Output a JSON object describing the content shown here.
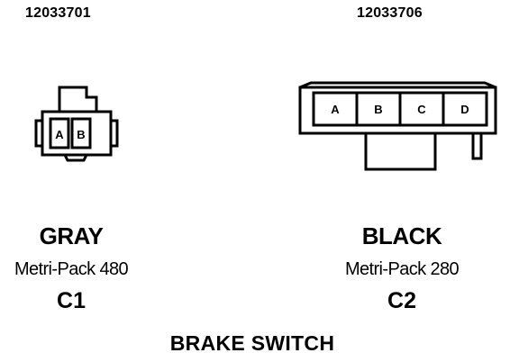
{
  "connectors": [
    {
      "id": "C1",
      "part_number": "12033701",
      "color": "GRAY",
      "series": "Metri-Pack 480",
      "pins": [
        "A",
        "B"
      ]
    },
    {
      "id": "C2",
      "part_number": "12033706",
      "color": "BLACK",
      "series": "Metri-Pack 280",
      "pins": [
        "A",
        "B",
        "C",
        "D"
      ]
    }
  ],
  "component_name": "BRAKE SWITCH"
}
